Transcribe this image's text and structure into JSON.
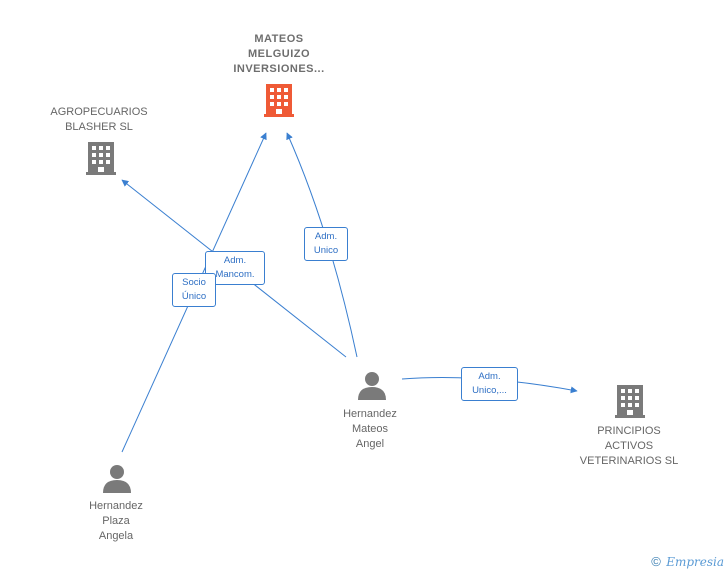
{
  "colors": {
    "edge": "#3a7fd0",
    "company": "#7a7a7a",
    "company_highlight": "#ef5a36",
    "person": "#7a7a7a"
  },
  "nodes": {
    "mateos_melguizo": {
      "label": "MATEOS\nMELGUIZO\nINVERSIONES...",
      "icon": "building-icon"
    },
    "agropecuarios": {
      "label": "AGROPECUARIOS\nBLASHER SL",
      "icon": "building-icon"
    },
    "principios": {
      "label": "PRINCIPIOS\nACTIVOS\nVETERINARIOS SL",
      "icon": "building-icon"
    },
    "hernandez_mateos": {
      "label": "Hernandez\nMateos\nAngel",
      "icon": "person-icon"
    },
    "hernandez_plaza": {
      "label": "Hernandez\nPlaza\nAngela",
      "icon": "person-icon"
    }
  },
  "edges": {
    "adm_mancom": "Adm.\nMancom.",
    "socio_unico": "Socio\nÚnico",
    "adm_unico_mateos": "Adm.\nUnico",
    "adm_unico_principios": "Adm.\nUnico,..."
  },
  "footer": {
    "copyright": "©",
    "brand": "Empresia"
  }
}
